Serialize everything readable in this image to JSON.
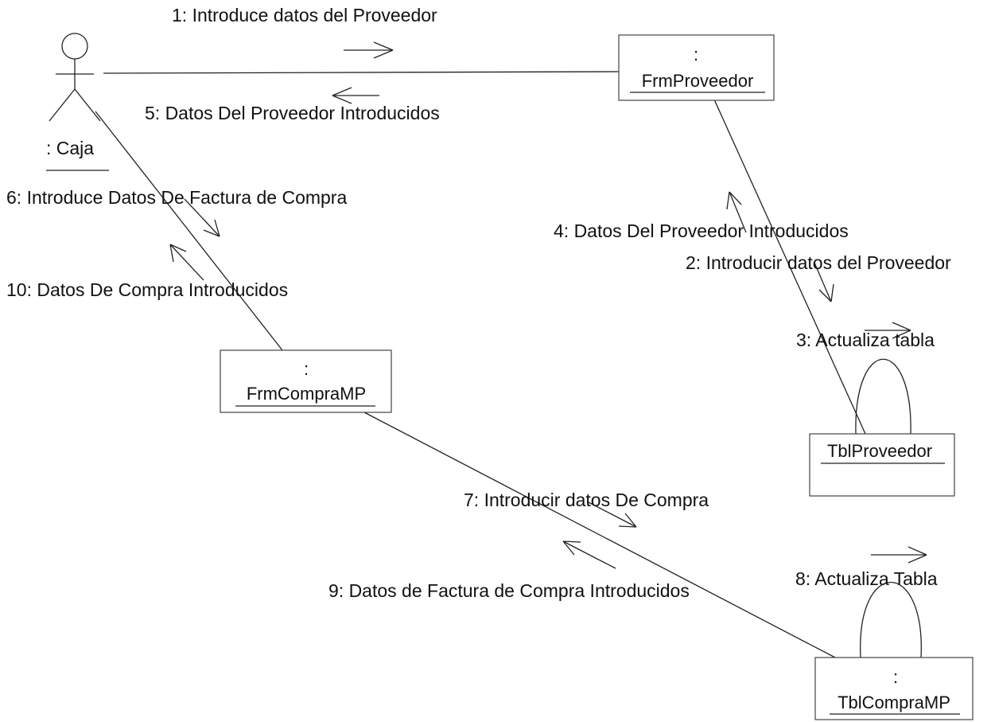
{
  "actor": {
    "name": ": Caja"
  },
  "objects": {
    "frm_proveedor": {
      "prefix": ":",
      "name": "FrmProveedor"
    },
    "frm_compra_mp": {
      "prefix": ":",
      "name": "FrmCompraMP"
    },
    "tbl_proveedor": {
      "prefix": "",
      "name": "TblProveedor"
    },
    "tbl_compra_mp": {
      "prefix": ":",
      "name": "TblCompraMP"
    }
  },
  "messages": {
    "m1": "1: Introduce datos del Proveedor",
    "m2": "2: Introducir datos del Proveedor",
    "m3": "3: Actualiza tabla",
    "m4": "4: Datos Del Proveedor Introducidos",
    "m5": "5: Datos Del Proveedor Introducidos",
    "m6": "6: Introduce Datos De Factura de Compra",
    "m7": "7: Introducir datos De Compra",
    "m8": "8: Actualiza Tabla",
    "m9": "9: Datos de Factura de Compra  Introducidos",
    "m10": "10: Datos De Compra Introducidos"
  }
}
